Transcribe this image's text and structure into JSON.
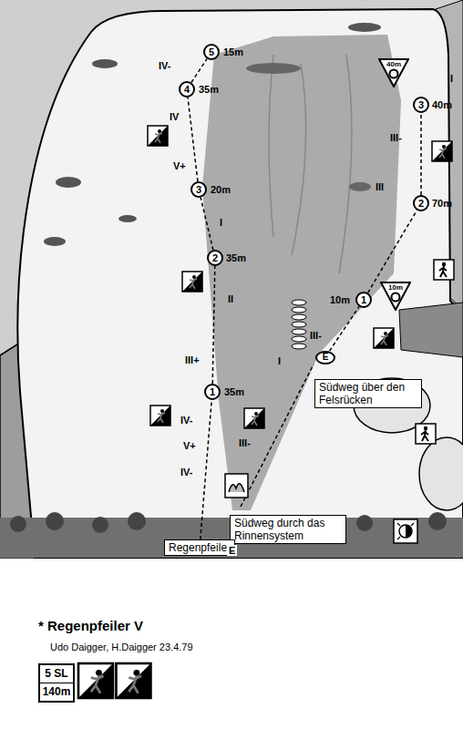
{
  "diagram": {
    "title": "* Regenpfeiler V",
    "caption": "Udo Daigger, H.Daigger 23.4.79",
    "nodes": [
      {
        "text": [
          "Südweg über den Felsrücken"
        ]
      },
      {
        "text": [
          "Südweg durch das Rinnensystem"
        ]
      },
      {
        "text": [
          "Regenpfeiler"
        ]
      },
      {
        "text": [
          "1"
        ]
      },
      {
        "text": [
          "2"
        ]
      },
      {
        "text": [
          "3"
        ]
      },
      {
        "text": [
          "4"
        ]
      },
      {
        "text": [
          "5"
        ]
      },
      {
        "text": [
          "E"
        ]
      },
      {
        "text": [
          "1"
        ]
      },
      {
        "text": [
          "2"
        ]
      },
      {
        "text": [
          "3"
        ]
      },
      {
        "text": [
          "10m"
        ]
      },
      {
        "text": [
          "40m"
        ]
      },
      {
        "text": [
          "5 SL",
          "140m"
        ]
      }
    ],
    "edges": [
      {
        "from": 2,
        "to": 3,
        "arrow": "none"
      },
      {
        "from": 3,
        "to": 4,
        "arrow": "none"
      },
      {
        "from": 4,
        "to": 5,
        "arrow": "none"
      },
      {
        "from": 5,
        "to": 6,
        "arrow": "none"
      },
      {
        "from": 6,
        "to": 7,
        "arrow": "none"
      },
      {
        "from": 8,
        "to": 9,
        "arrow": "none"
      },
      {
        "from": 9,
        "to": 10,
        "arrow": "none"
      },
      {
        "from": 10,
        "to": 11,
        "arrow": "none"
      }
    ],
    "labels": [
      "15m",
      "IV-",
      "35m",
      "IV",
      "V+",
      "20m",
      "I",
      "35m",
      "II",
      "III+",
      "35m",
      "IV-",
      "V+",
      "IV-",
      "E",
      "I",
      "III-",
      "III-",
      "10m",
      "III",
      "III-",
      "70m",
      "40m",
      "I"
    ]
  }
}
